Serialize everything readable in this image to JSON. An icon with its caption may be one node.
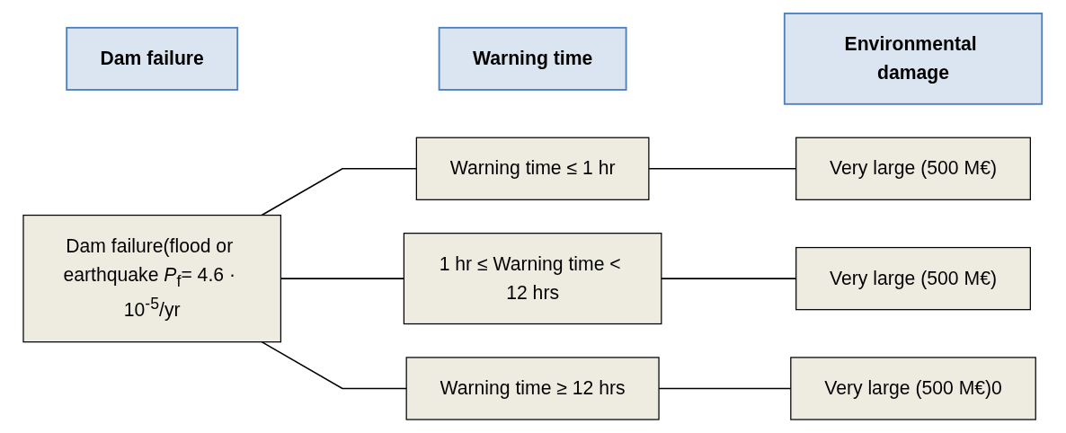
{
  "diagram": {
    "nodes": [
      {
        "text": [
          "Dam failure"
        ]
      },
      {
        "text": [
          "Warning time"
        ]
      },
      {
        "text": [
          "Environmental damage"
        ]
      },
      {
        "text": [
          "Dam failure(flood or earthquake *P*$_{f}$= 4.6 · 10$^{-5}$/yr"
        ]
      },
      {
        "text": [
          "Warning time ≤ 1 hr"
        ]
      },
      {
        "text": [
          "1 hr ≤ Warning time < 12 hrs"
        ]
      },
      {
        "text": [
          "Warning time ≥ 12 hrs"
        ]
      },
      {
        "text": [
          "Very large (500 M€)"
        ]
      },
      {
        "text": [
          "Very large (500 M€)"
        ]
      },
      {
        "text": [
          "Very large (500 M€)0"
        ]
      }
    ],
    "edges": [
      {
        "from": 3,
        "to": 4,
        "arrow": "none"
      },
      {
        "from": 3,
        "to": 5,
        "arrow": "none"
      },
      {
        "from": 3,
        "to": 6,
        "arrow": "none"
      },
      {
        "from": 4,
        "to": 7,
        "arrow": "none"
      },
      {
        "from": 5,
        "to": 8,
        "arrow": "none"
      },
      {
        "from": 6,
        "to": 9,
        "arrow": "none"
      }
    ]
  }
}
